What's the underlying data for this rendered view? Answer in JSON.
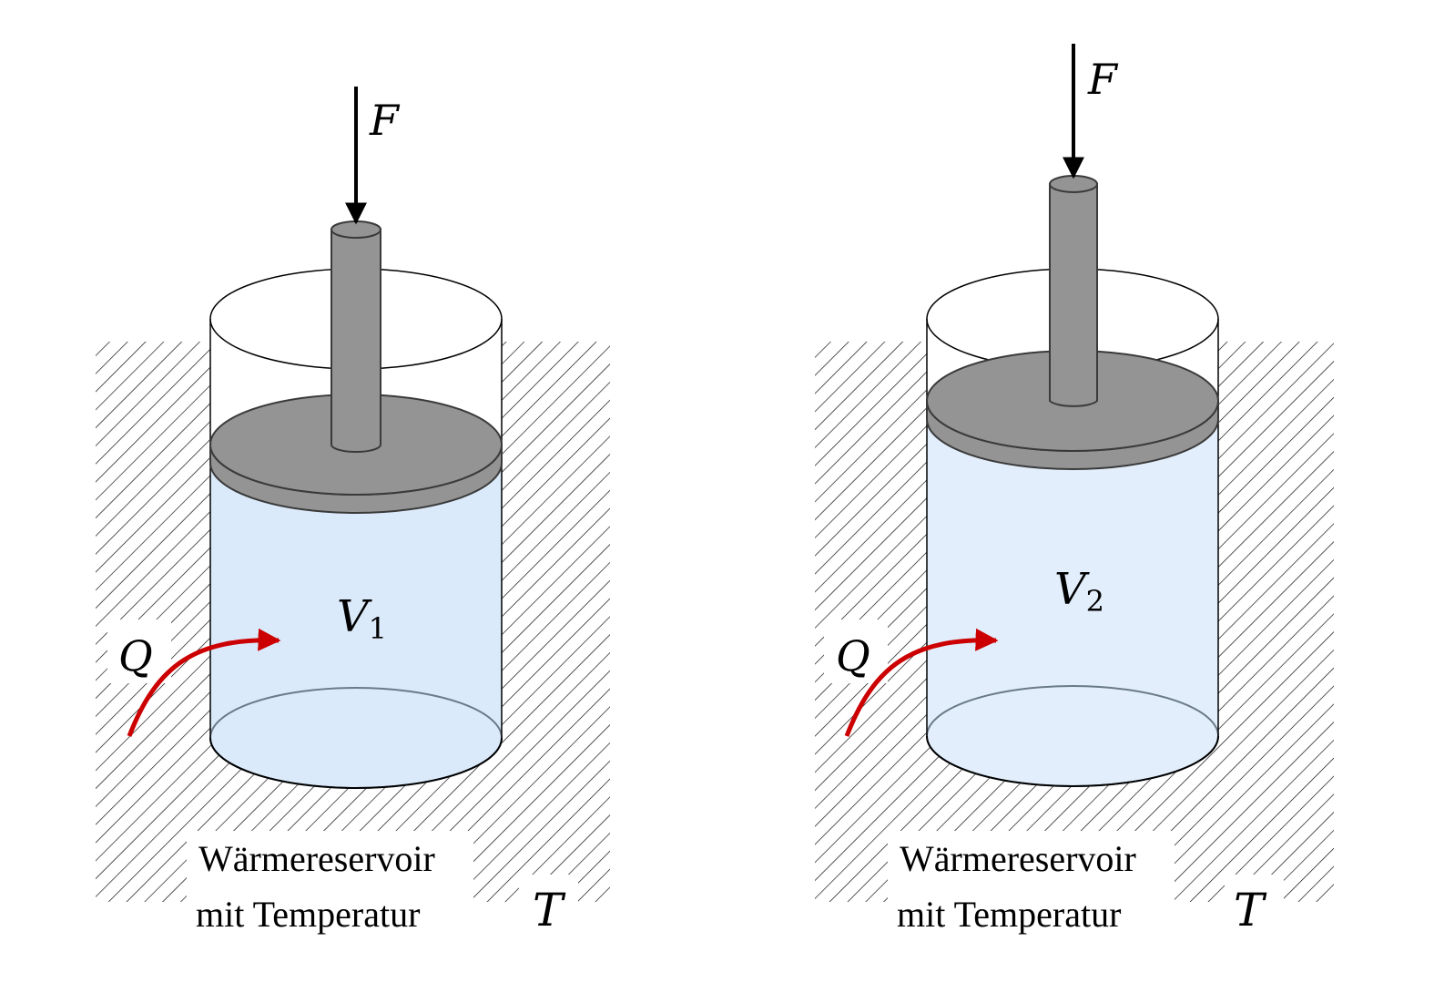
{
  "panels": [
    {
      "force_label": "F",
      "volume_symbol": "V",
      "volume_index": "1",
      "heat_label": "Q",
      "reservoir_line1": "Wärmereservoir",
      "reservoir_line2": "mit Temperatur",
      "temperature_symbol": "T"
    },
    {
      "force_label": "F",
      "volume_symbol": "V",
      "volume_index": "2",
      "heat_label": "Q",
      "reservoir_line1": "Wärmereservoir",
      "reservoir_line2": "mit Temperatur",
      "temperature_symbol": "T"
    }
  ],
  "colors": {
    "gas_fill": "#dbeafa",
    "gas_fill_2": "#e2eefb",
    "piston": "#949494",
    "piston_stroke": "#3a3a3a",
    "heat_arrow": "#cc0000",
    "line": "#000000"
  }
}
